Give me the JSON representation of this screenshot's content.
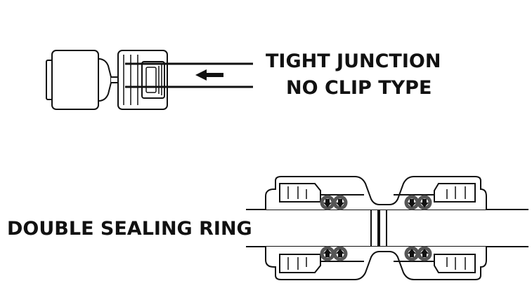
{
  "labels": {
    "tight_junction": "TIGHT JUNCTION",
    "no_clip_type": "NO CLIP TYPE",
    "double_sealing_ring": "DOUBLE SEALING RING"
  },
  "colors": {
    "line": "#111111",
    "ring": "#555555",
    "background": "#ffffff"
  },
  "icons": {
    "direction_arrow": "arrow-left-icon",
    "seal_arrows_top": "arrow-down-icon",
    "seal_arrows_bottom": "arrow-up-icon"
  }
}
